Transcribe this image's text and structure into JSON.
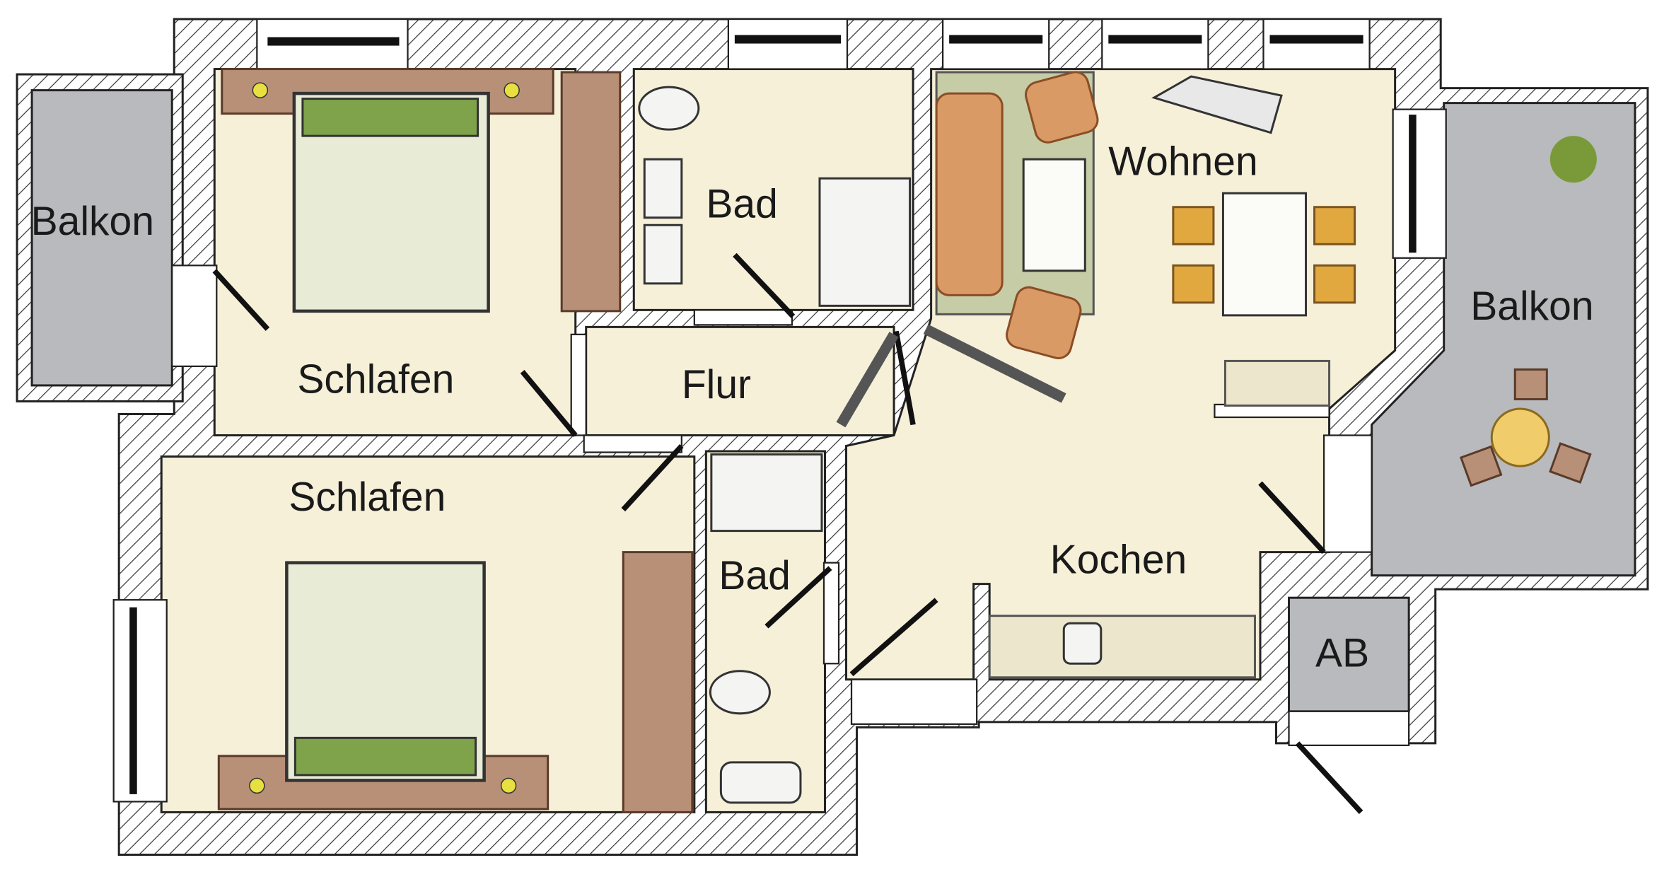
{
  "floorplan": {
    "rooms": [
      {
        "id": "balkon-left",
        "label": "Balkon"
      },
      {
        "id": "schlafen-top",
        "label": "Schlafen"
      },
      {
        "id": "bad-top",
        "label": "Bad"
      },
      {
        "id": "flur",
        "label": "Flur"
      },
      {
        "id": "wohnen",
        "label": "Wohnen"
      },
      {
        "id": "balkon-right",
        "label": "Balkon"
      },
      {
        "id": "schlafen-bottom",
        "label": "Schlafen"
      },
      {
        "id": "bad-bottom",
        "label": "Bad"
      },
      {
        "id": "kochen",
        "label": "Kochen"
      },
      {
        "id": "ab",
        "label": "AB"
      }
    ],
    "colors": {
      "room": "#f6f0d9",
      "balcony": "#b8babd",
      "wall_hatch": "#333333"
    }
  }
}
